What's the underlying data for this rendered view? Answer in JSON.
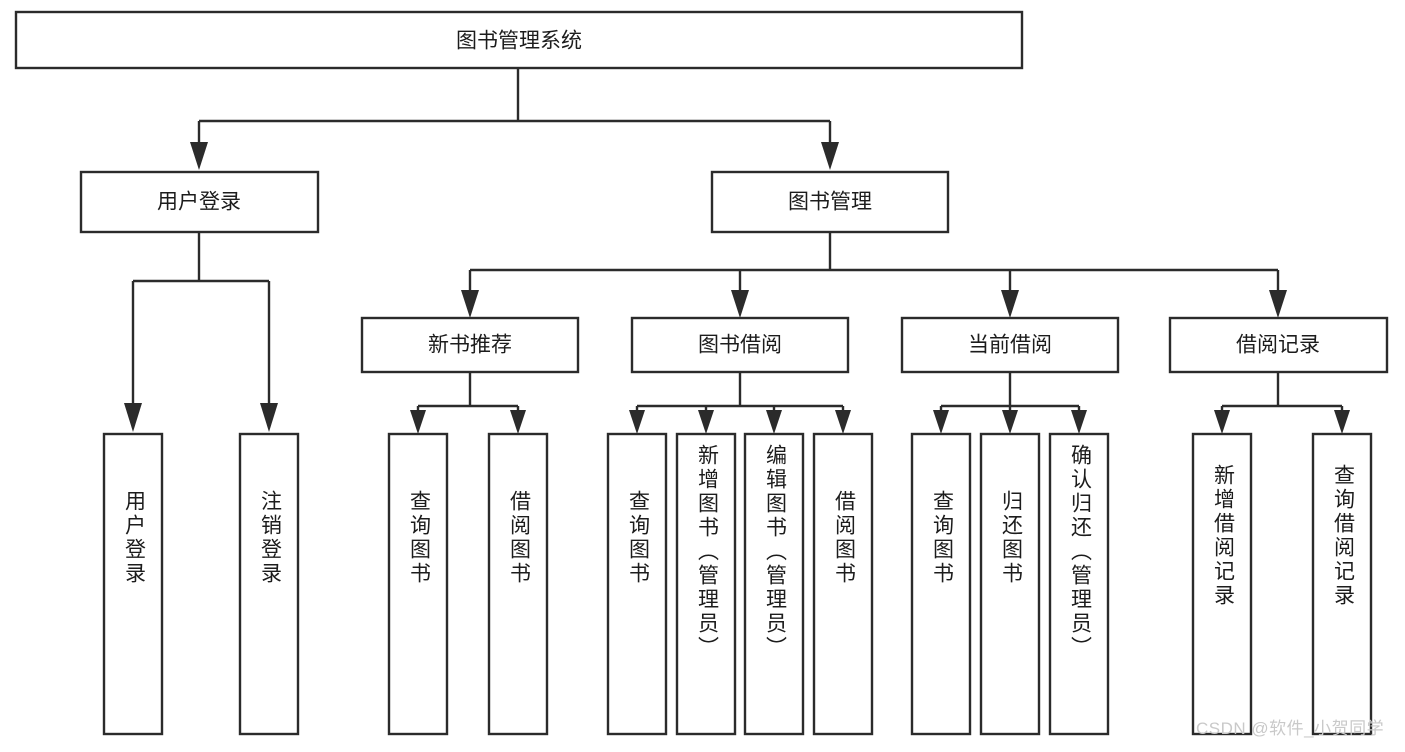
{
  "diagram": {
    "title": "图书管理系统",
    "type": "tree",
    "background_color": "#ffffff",
    "box_fill": "#ffffff",
    "box_stroke": "#2b2b2b",
    "text_color": "#1c1c1c"
  },
  "root": {
    "label": "图书管理系统"
  },
  "level2": {
    "user_login": {
      "label": "用户登录"
    },
    "book_manage": {
      "label": "图书管理"
    }
  },
  "level3": {
    "new_book_rec": {
      "label": "新书推荐"
    },
    "book_borrow": {
      "label": "图书借阅"
    },
    "current_borrow": {
      "label": "当前借阅"
    },
    "borrow_record": {
      "label": "借阅记录"
    }
  },
  "leaves": {
    "user_login_children": [
      {
        "label": "用户登录"
      },
      {
        "label": "注销登录"
      }
    ],
    "new_book_rec_children": [
      {
        "label": "查询图书"
      },
      {
        "label": "借阅图书"
      }
    ],
    "book_borrow_children": [
      {
        "label": "查询图书"
      },
      {
        "label": "新增图书（管理员）"
      },
      {
        "label": "编辑图书（管理员）"
      },
      {
        "label": "借阅图书"
      }
    ],
    "current_borrow_children": [
      {
        "label": "查询图书"
      },
      {
        "label": "归还图书"
      },
      {
        "label": "确认归还（管理员）"
      }
    ],
    "borrow_record_children": [
      {
        "label": "新增借阅记录"
      },
      {
        "label": "查询借阅记录"
      }
    ]
  },
  "watermark": {
    "text": "CSDN @软件_小贺同学",
    "color": "#c9c9c9"
  }
}
